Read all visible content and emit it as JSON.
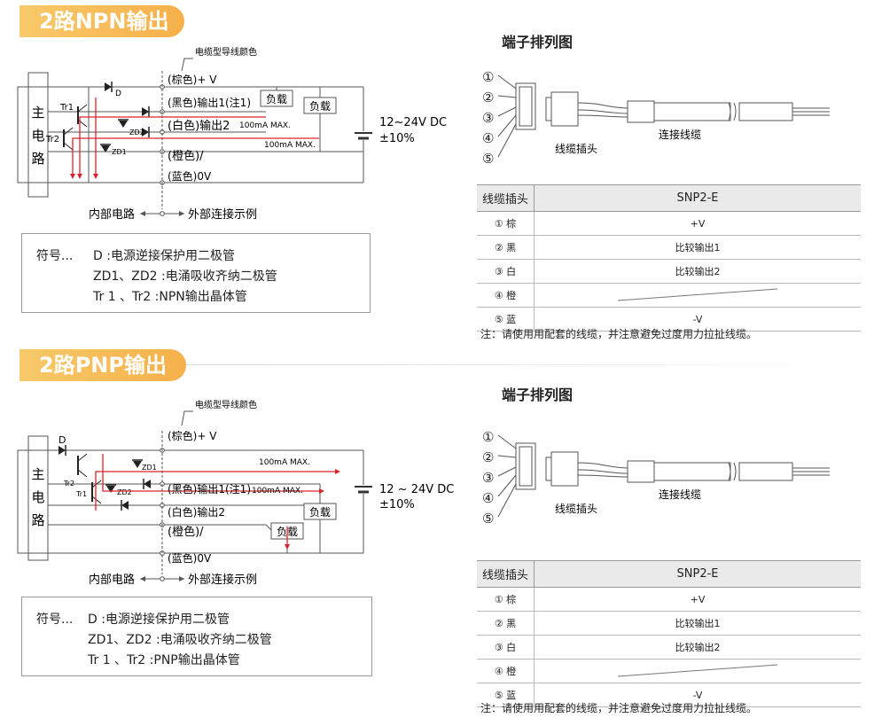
{
  "npn": {
    "banner": "2路NPN输出",
    "wire_color_note": "电缆型导线颜色",
    "wires": [
      "(棕色)+ V",
      "(黑色)输出1(注1)",
      "(白色)输出2",
      "(橙色)/",
      "(蓝色)0V"
    ],
    "circuit_label_chars": [
      "主",
      "电",
      "路"
    ],
    "load_label": "负载",
    "load_label_2": "负载",
    "max_label_1": "100mA MAX.",
    "max_label_2": "100mA MAX.",
    "supply": "12~24V DC",
    "supply_tol": "±10%",
    "tr1": "Tr1",
    "tr2": "Tr2",
    "d": "D",
    "zd1": "ZD1",
    "zd2": "ZD2",
    "boundary_left": "内部电路",
    "boundary_right": "外部连接示例",
    "legend": {
      "prefix": "符号...",
      "rows": [
        "D  :电源逆接保护用二极管",
        "ZD1、ZD2  :电涌吸收齐纳二极管",
        "Tr 1 、Tr2   :NPN输出晶体管"
      ]
    },
    "terminal_title": "端子排列图",
    "pin_numbers": [
      "①",
      "②",
      "③",
      "④",
      "⑤"
    ],
    "plug_label": "线缆插头",
    "cable_label": "连接线缆",
    "table": {
      "head": [
        "线缆插头",
        "SNP2-E"
      ],
      "rows": [
        [
          "① 棕",
          "+V"
        ],
        [
          "② 黑",
          "比较输出1"
        ],
        [
          "③ 白",
          "比较输出2"
        ],
        [
          "④ 橙",
          ""
        ],
        [
          "⑤ 蓝",
          "-V"
        ]
      ]
    },
    "note": "注：请使用用配套的线缆，并注意避免过度用力拉扯线缆。"
  },
  "pnp": {
    "banner": "2路PNP输出",
    "wire_color_note": "电缆型导线颜色",
    "wires": [
      "(棕色)+ V",
      "(黑色)输出1(注1)",
      "(白色)输出2",
      "(橙色)/",
      "(蓝色)0V"
    ],
    "circuit_label_chars": [
      "主",
      "电",
      "路"
    ],
    "load_label": "负载",
    "load_label_2": "负载",
    "max_label_1": "100mA MAX.",
    "max_label_2": "100mA MAX.",
    "supply": "12 ~ 24V DC",
    "supply_tol": "±10%",
    "tr1": "Tr1",
    "tr2": "Tr2",
    "d": "D",
    "zd1": "ZD1",
    "zd2": "ZD2",
    "boundary_left": "内部电路",
    "boundary_right": "外部连接示例",
    "legend": {
      "prefix": "符号...",
      "rows": [
        "D  :电源逆接保护用二极管",
        "ZD1、ZD2  :电涌吸收齐纳二极管",
        "Tr 1 、Tr2   :PNP输出晶体管"
      ]
    },
    "terminal_title": "端子排列图",
    "pin_numbers": [
      "①",
      "②",
      "③",
      "④",
      "⑤"
    ],
    "plug_label": "线缆插头",
    "cable_label": "连接线缆",
    "table": {
      "head": [
        "线缆插头",
        "SNP2-E"
      ],
      "rows": [
        [
          "① 棕",
          "+V"
        ],
        [
          "② 黑",
          "比较输出1"
        ],
        [
          "③ 白",
          "比较输出2"
        ],
        [
          "④ 橙",
          ""
        ],
        [
          "⑤ 蓝",
          "-V"
        ]
      ]
    },
    "note": "注：请使用用配套的线缆，并注意避免过度用力拉扯线缆。"
  }
}
